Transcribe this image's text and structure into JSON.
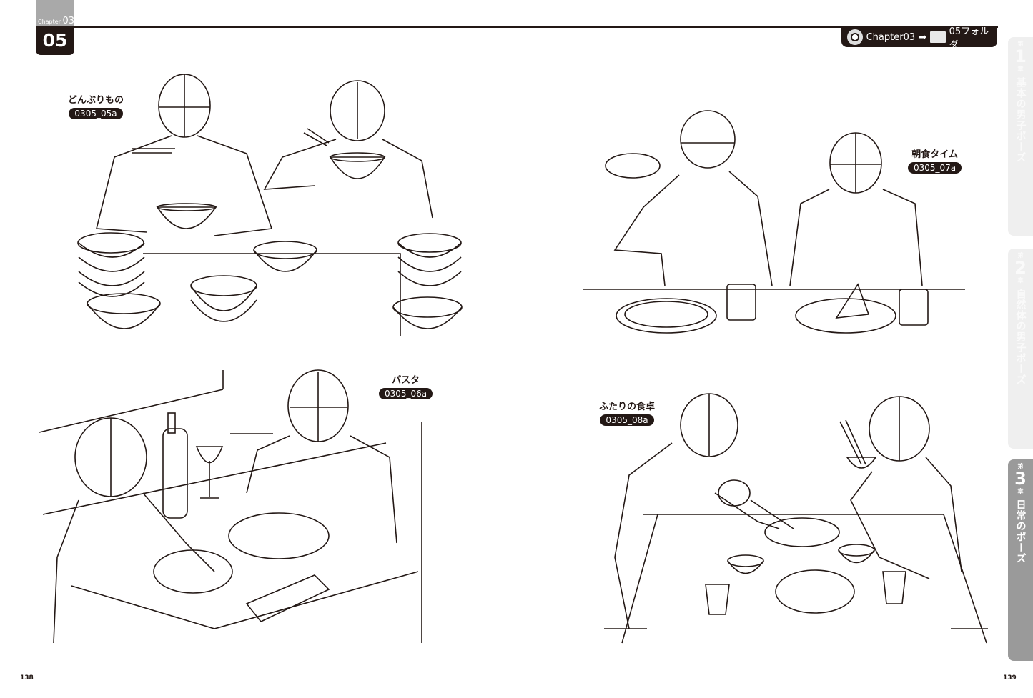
{
  "header": {
    "chapter_label": "Chapter",
    "chapter_number": "03",
    "section_number": "05",
    "path_badge": {
      "source": "Chapter03",
      "arrow": "➡",
      "folder": "05フォルダ"
    }
  },
  "side_tabs": [
    {
      "prefix": "第",
      "number": "1",
      "suffix": "章",
      "title": "基本の男子ポーズ",
      "active": false
    },
    {
      "prefix": "第",
      "number": "2",
      "suffix": "章",
      "title": "自然体の男子ポーズ",
      "active": false
    },
    {
      "prefix": "第",
      "number": "3",
      "suffix": "章",
      "title": "日常のポーズ",
      "active": true
    }
  ],
  "illustrations": [
    {
      "title": "どんぶりもの",
      "code": "0305_05a"
    },
    {
      "title": "朝食タイム",
      "code": "0305_07a"
    },
    {
      "title": "パスタ",
      "code": "0305_06a"
    },
    {
      "title": "ふたりの食卓",
      "code": "0305_08a"
    }
  ],
  "page_numbers": {
    "left": "138",
    "right": "139"
  }
}
